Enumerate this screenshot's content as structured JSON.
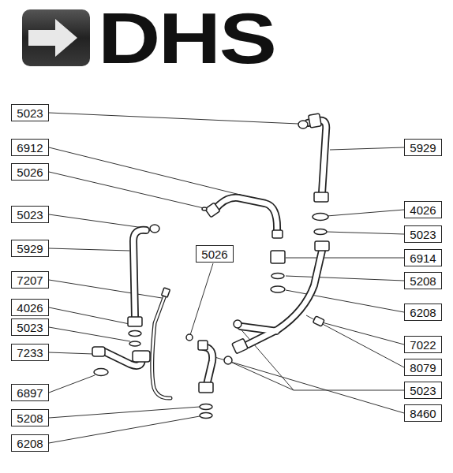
{
  "diagram": {
    "nodes": [
      {
        "text": [
          "5023"
        ]
      },
      {
        "text": [
          "5929"
        ]
      },
      {
        "text": [
          "6912"
        ]
      },
      {
        "text": [
          "5026"
        ]
      },
      {
        "text": [
          "5023"
        ]
      },
      {
        "text": [
          "4026"
        ]
      },
      {
        "text": [
          "5023"
        ]
      },
      {
        "text": [
          "5929"
        ]
      },
      {
        "text": [
          "5026"
        ]
      },
      {
        "text": [
          "6914"
        ]
      },
      {
        "text": [
          "7207"
        ]
      },
      {
        "text": [
          "5208"
        ]
      },
      {
        "text": [
          "6208"
        ]
      },
      {
        "text": [
          "4026"
        ]
      },
      {
        "text": [
          "5023"
        ]
      },
      {
        "text": [
          "7022"
        ]
      },
      {
        "text": [
          "7233"
        ]
      },
      {
        "text": [
          "8079"
        ]
      },
      {
        "text": [
          "6897"
        ]
      },
      {
        "text": [
          "5023"
        ]
      },
      {
        "text": [
          "8460"
        ]
      },
      {
        "text": [
          "5208"
        ]
      },
      {
        "text": [
          "6208"
        ]
      }
    ],
    "edges": [],
    "labels": [
      "DHS"
    ]
  }
}
